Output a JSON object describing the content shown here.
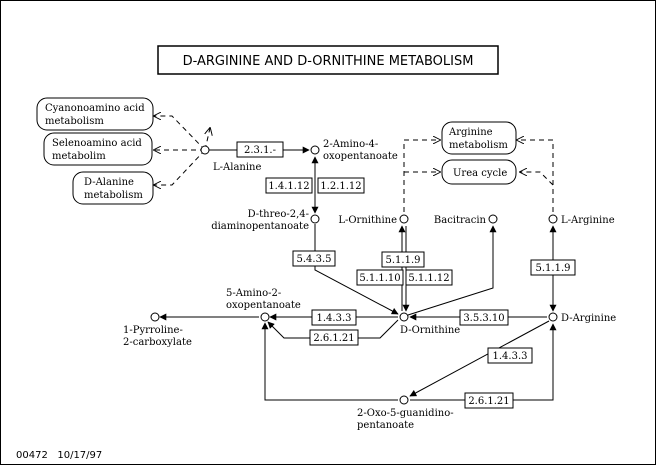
{
  "title": "D-ARGININE AND D-ORNITHINE METABOLISM",
  "footer": "00472   10/17/97",
  "maps": {
    "cyanoamino": [
      "Cyanonoamino acid",
      "metabolism"
    ],
    "selenoamino": [
      "Selenoamino acid",
      "metabolim"
    ],
    "dalanine": [
      "D-Alanine",
      "metabolism"
    ],
    "arginine": [
      "Arginine",
      "metabolism"
    ],
    "urea": [
      "Urea cycle"
    ]
  },
  "compounds": {
    "l_alanine": [
      "L-Alanine"
    ],
    "amino4oxo": [
      "2-Amino-4-",
      "oxopentanoate"
    ],
    "dthreo": [
      "D-threo-2,4-",
      "diaminopentanoate"
    ],
    "l_ornithine": [
      "L-Ornithine"
    ],
    "bacitracin": [
      "Bacitracin"
    ],
    "l_arginine": [
      "L-Arginine"
    ],
    "amino5oxo": [
      "5-Amino-2-",
      "oxopentanoate"
    ],
    "pyrroline": [
      "1-Pyrroline-",
      "2-carboxylate"
    ],
    "d_ornithine": [
      "D-Ornithine"
    ],
    "d_arginine": [
      "D-Arginine"
    ],
    "oxoguanidino": [
      "2-Oxo-5-guanidino-",
      "pentanoate"
    ]
  },
  "enzymes": {
    "e_2_3_1": "2.3.1.-",
    "e_1_4_1_12": "1.4.1.12",
    "e_1_2_1_12": "1.2.1.12",
    "e_5_4_3_5": "5.4.3.5",
    "e_5_1_1_9_a": "5.1.1.9",
    "e_5_1_1_10": "5.1.1.10",
    "e_5_1_1_12": "5.1.1.12",
    "e_5_1_1_9_b": "5.1.1.9",
    "e_1_4_3_3_a": "1.4.3.3",
    "e_2_6_1_21_a": "2.6.1.21",
    "e_3_5_3_10": "3.5.3.10",
    "e_1_4_3_3_b": "1.4.3.3",
    "e_2_6_1_21_b": "2.6.1.21"
  }
}
